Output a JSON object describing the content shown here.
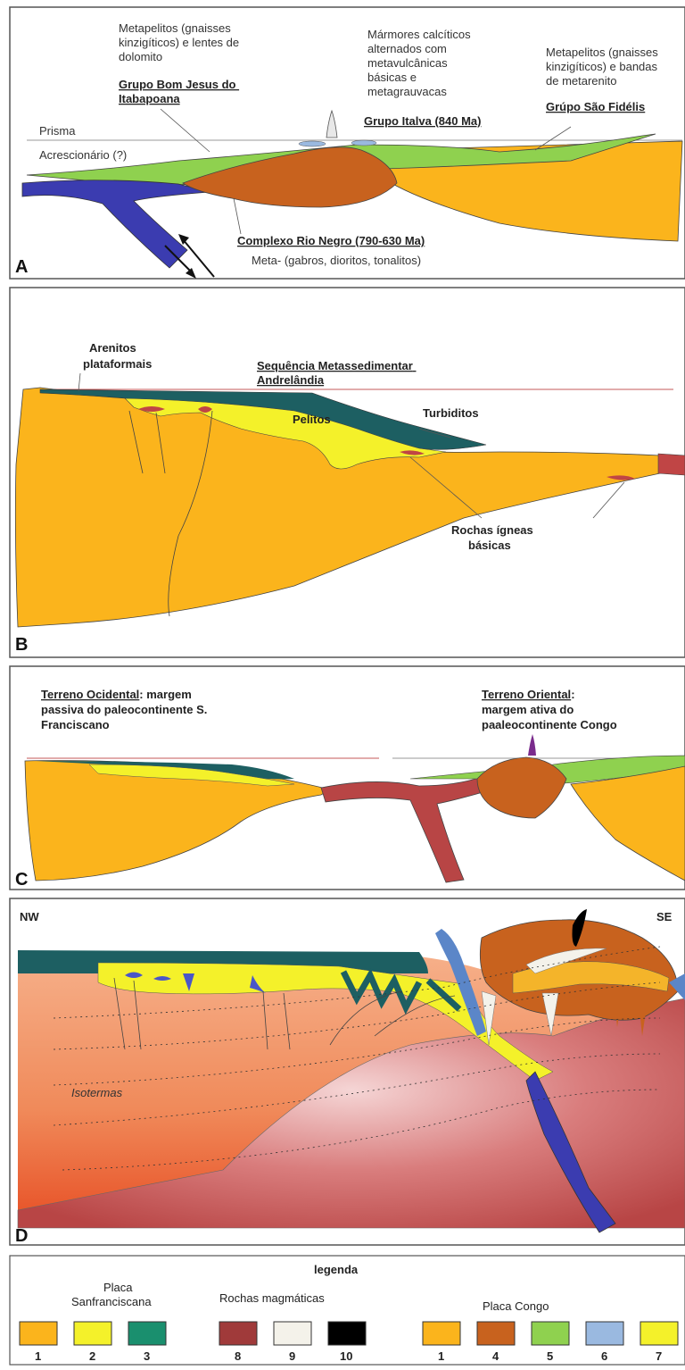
{
  "panelA": {
    "letter": "A",
    "label_bomjesus_desc": [
      "Metapelitos (gnaisses",
      "kinzigíticos) e lentes de",
      "dolomito"
    ],
    "label_bomjesus_name": [
      "Grupo Bom Jesus do",
      "Itabapoana"
    ],
    "label_marmores": [
      "Mármores calcíticos",
      "alternados com",
      "metavulcânicas",
      "básicas e",
      "metagrauvacas"
    ],
    "label_italva": "Grupo Italva (840 Ma)",
    "label_saofidelis_desc": [
      "Metapelitos (gnaisses",
      "kinzigíticos) e bandas",
      "de metarenito"
    ],
    "label_saofidelis_name": "Grúpo São Fidélis",
    "label_prisma": "Prisma",
    "label_acrescionario": "Acrescionário (?)",
    "label_rionegro": "Complexo Rio Negro (790-630 Ma)",
    "label_meta": "Meta- (gabros, dioritos, tonalitos)"
  },
  "panelB": {
    "letter": "B",
    "label_arenitos": [
      "Arenitos",
      "plataformais"
    ],
    "label_sequencia": [
      "Sequência Metassedimentar",
      "Andrelândia"
    ],
    "label_pelitos": "Pelitos",
    "label_turbiditos": "Turbiditos",
    "label_rochas": [
      "Rochas ígneas",
      "básicas"
    ]
  },
  "panelC": {
    "letter": "C",
    "label_ocidental_name": "Terreno Ocidental",
    "label_ocidental_rest": [
      ": margem",
      "passiva do paleocontinente S.",
      "Franciscano"
    ],
    "label_oriental_name": "Terreno Oriental",
    "label_oriental_rest": [
      ":",
      "margem ativa do",
      "paaleocontinente Congo"
    ]
  },
  "panelD": {
    "letter": "D",
    "label_nw": "NW",
    "label_se": "SE",
    "label_isotermas": "Isotermas"
  },
  "legend": {
    "title": "legenda",
    "group1_title": [
      "Placa",
      "Sanfranciscana"
    ],
    "group2_title": "Rochas magmáticas",
    "group3_title": "Placa Congo",
    "items": [
      {
        "num": "1",
        "color": "#fbb41c"
      },
      {
        "num": "2",
        "color": "#f4f12a"
      },
      {
        "num": "3",
        "color": "#1a8f6e"
      },
      {
        "num": "8",
        "color": "#a03a3a"
      },
      {
        "num": "9",
        "color": "#f4f2ea"
      },
      {
        "num": "10",
        "color": "#000000"
      },
      {
        "num": "1",
        "color": "#fbb41c"
      },
      {
        "num": "4",
        "color": "#c8621e"
      },
      {
        "num": "5",
        "color": "#8fd14f"
      },
      {
        "num": "6",
        "color": "#9ab9e0"
      },
      {
        "num": "7",
        "color": "#f4f12a"
      }
    ]
  },
  "colors": {
    "orange": "#fbb41c",
    "yellow": "#f4f12a",
    "darkgreen": "#1d5f62",
    "brown": "#c8621e",
    "green": "#8fd14f",
    "blue": "#3b3cb0",
    "red": "#b84545",
    "lightblue": "#9ab9e0"
  }
}
